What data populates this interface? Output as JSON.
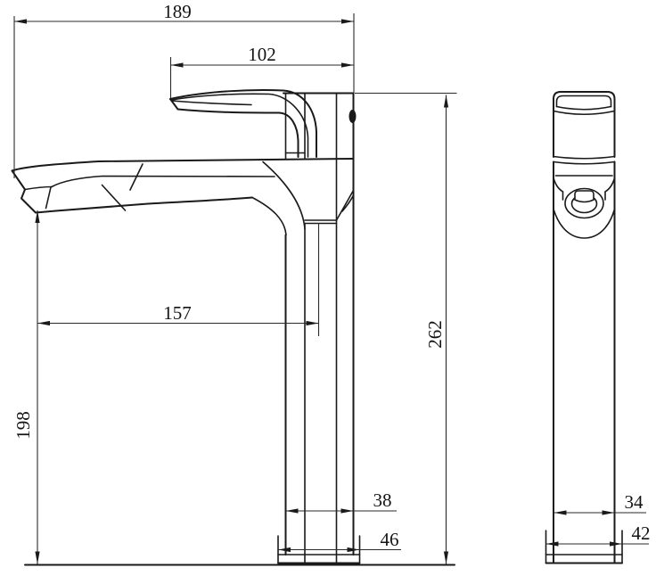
{
  "drawing": {
    "background": "#ffffff",
    "line_color": "#1a1a1a",
    "dimensions": {
      "side_total_length": "189",
      "side_handle_length": "102",
      "side_spout_reach": "157",
      "side_spout_height": "198",
      "side_body_width": "38",
      "side_base_width": "46",
      "front_total_height": "262",
      "front_column_width": "34",
      "front_base_width": "42"
    }
  }
}
